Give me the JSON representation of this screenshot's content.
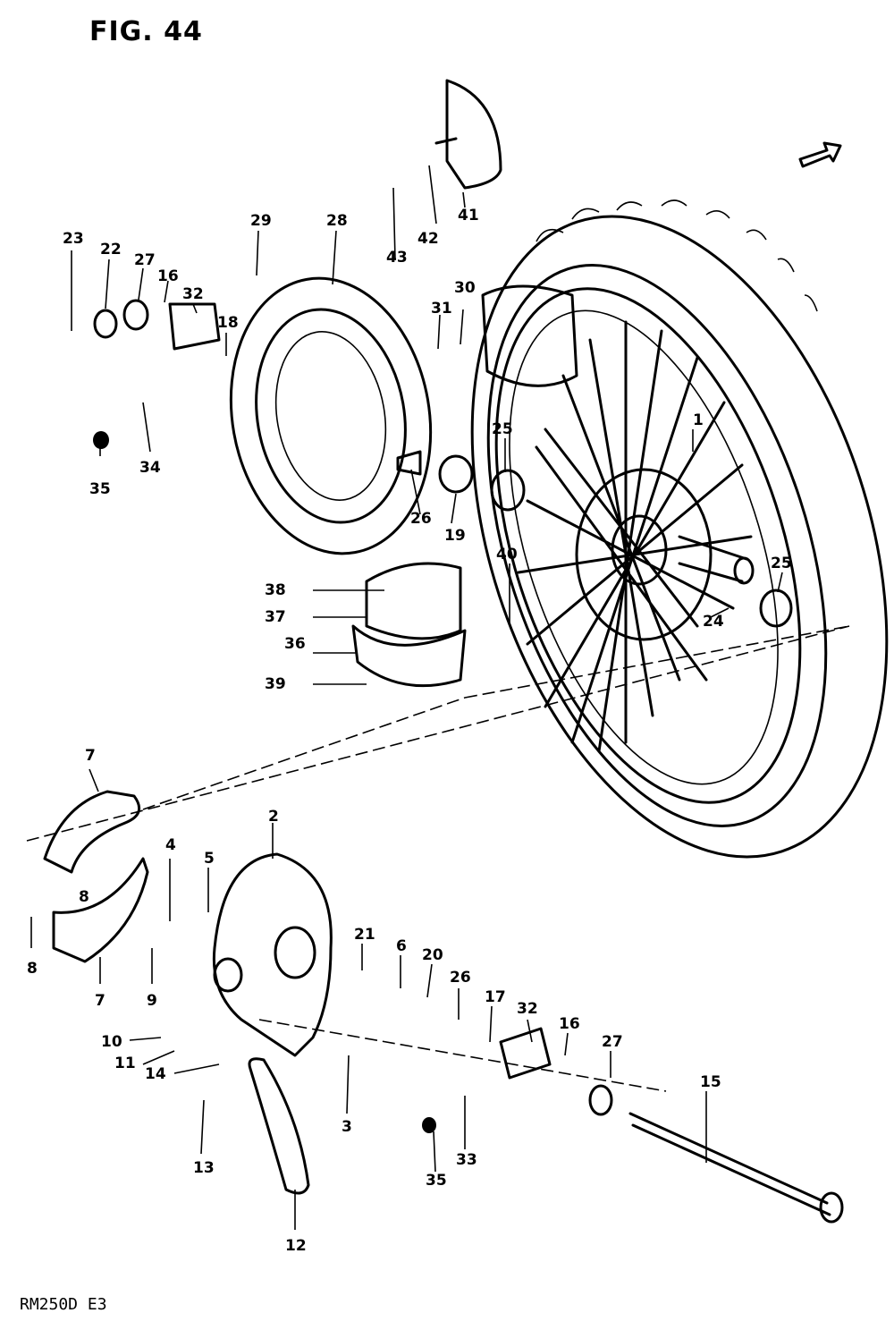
{
  "title": "FIG. 44",
  "model_code": "RM250D  E3",
  "callouts": [
    "1",
    "2",
    "3",
    "4",
    "5",
    "6",
    "7",
    "7",
    "8",
    "8",
    "9",
    "10",
    "11",
    "12",
    "13",
    "14",
    "15",
    "16",
    "16",
    "17",
    "18",
    "19",
    "20",
    "21",
    "22",
    "23",
    "24",
    "25",
    "25",
    "26",
    "26",
    "27",
    "27",
    "28",
    "29",
    "30",
    "31",
    "32",
    "32",
    "33",
    "34",
    "35",
    "35",
    "36",
    "37",
    "38",
    "39",
    "40",
    "41",
    "42",
    "43"
  ],
  "icons": {
    "forward_arrow": "front-direction-arrow-icon"
  }
}
